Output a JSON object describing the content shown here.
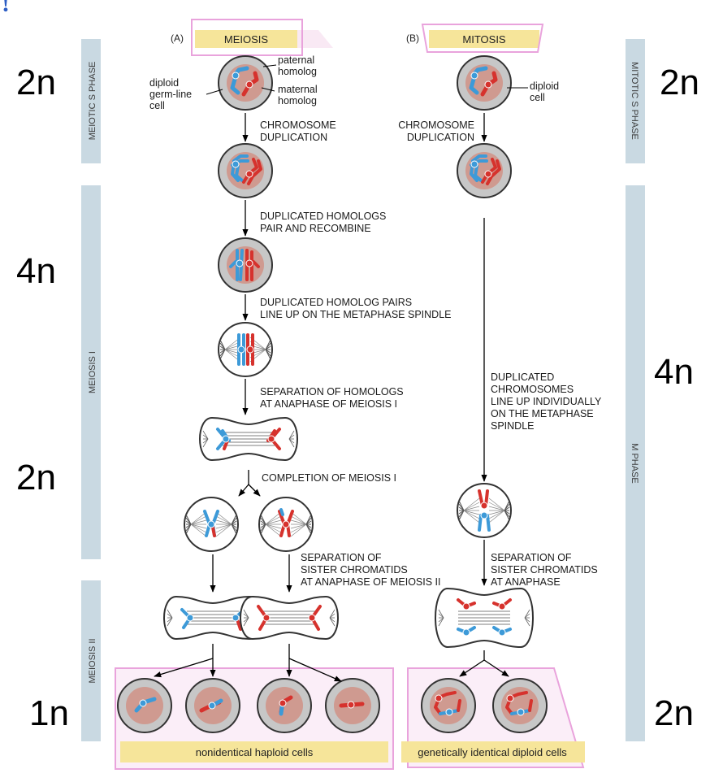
{
  "header_mark": "!",
  "panels": {
    "meiosis": {
      "letter": "(A)",
      "title": "MEIOSIS"
    },
    "mitosis": {
      "letter": "(B)",
      "title": "MITOSIS"
    }
  },
  "ploidy_left": [
    "2n",
    "4n",
    "2n",
    "1n"
  ],
  "ploidy_right": [
    "2n",
    "4n",
    "2n"
  ],
  "phase_bars": {
    "meiotic_s": "MEIOTIC S PHASE",
    "meiosis_1": "MEIOSIS I",
    "meiosis_2": "MEIOSIS II",
    "mitotic_s": "MITOTIC S PHASE",
    "m_phase": "M PHASE"
  },
  "cell_labels": {
    "paternal": [
      "paternal",
      "homolog"
    ],
    "maternal": [
      "maternal",
      "homolog"
    ],
    "diploid_germ": [
      "diploid",
      "germ-line",
      "cell"
    ],
    "diploid_cell": [
      "diploid",
      "cell"
    ]
  },
  "steps_meiosis": {
    "duplication": [
      "CHROMOSOME",
      "DUPLICATION"
    ],
    "pair": [
      "DUPLICATED HOMOLOGS",
      "PAIR AND RECOMBINE"
    ],
    "lineup": [
      "DUPLICATED HOMOLOG PAIRS",
      "LINE UP ON THE METAPHASE SPINDLE"
    ],
    "separation": [
      "SEPARATION OF HOMOLOGS",
      "AT ANAPHASE OF MEIOSIS I"
    ],
    "completion": [
      "COMPLETION OF MEIOSIS I"
    ],
    "sister": [
      "SEPARATION OF",
      "SISTER CHROMATIDS",
      "AT ANAPHASE OF MEIOSIS II"
    ]
  },
  "steps_mitosis": {
    "duplication": [
      "CHROMOSOME",
      "DUPLICATION"
    ],
    "lineup": [
      "DUPLICATED",
      "CHROMOSOMES",
      "LINE UP INDIVIDUALLY",
      "ON THE METAPHASE",
      "SPINDLE"
    ],
    "sister": [
      "SEPARATION OF",
      "SISTER CHROMATIDS",
      "AT ANAPHASE"
    ]
  },
  "results": {
    "haploid": "nonidentical haploid cells",
    "diploid": "genetically identical diploid cells"
  },
  "colors": {
    "paternal": "#3d9ad8",
    "maternal": "#d6322d",
    "nucleus": "#cf9a90",
    "cell_gray": "#c7c7c7",
    "phase_bar": "#c9d9e2",
    "highlight": "#f6e59a",
    "frame_pink": "#e9a3dc"
  }
}
